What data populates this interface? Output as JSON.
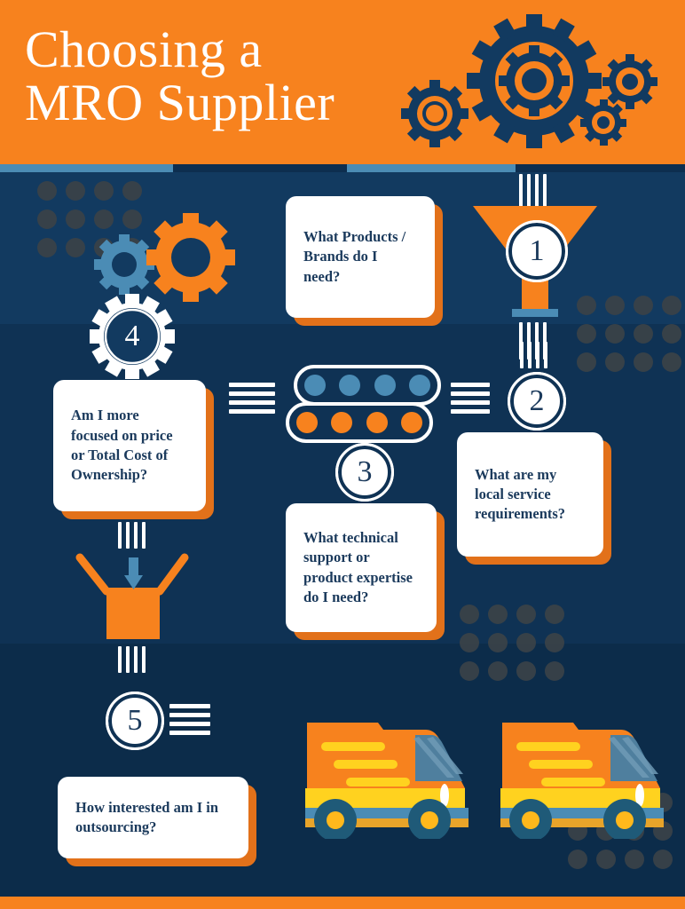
{
  "header": {
    "title_line1": "Choosing a",
    "title_line2": "MRO Supplier",
    "background_color": "#f7821e",
    "gear_color": "#123a60"
  },
  "palette": {
    "orange": "#f7821e",
    "orange_shadow": "#e2711a",
    "navy_light": "#123a60",
    "navy_mid": "#0f3254",
    "navy_dark": "#0c2c4a",
    "blue_accent": "#4b8cb5",
    "white": "#ffffff",
    "dot_gray": "#3b4248",
    "yellow": "#ffd21f"
  },
  "steps": [
    {
      "number": "1",
      "question": "What Products / Brands do I need?",
      "icon": "funnel-icon"
    },
    {
      "number": "2",
      "question": "What are my local service requirements?",
      "icon": "dot-rows-icon"
    },
    {
      "number": "3",
      "question": "What technical support or product expertise do I need?",
      "icon": "dot-rows-icon"
    },
    {
      "number": "4",
      "question": "Am I more focused on price or Total Cost of Ownership?",
      "icon": "gear-icon"
    },
    {
      "number": "5",
      "question": "How interested am I in outsourcing?",
      "icon": "delivery-truck-icon"
    }
  ],
  "decor": {
    "gear_blue_label": "gear-blue",
    "gear_orange_label": "gear-orange",
    "gear_white_label": "gear-white-numbered",
    "box_label": "open-box-with-down-arrow",
    "truck_count": 2
  }
}
